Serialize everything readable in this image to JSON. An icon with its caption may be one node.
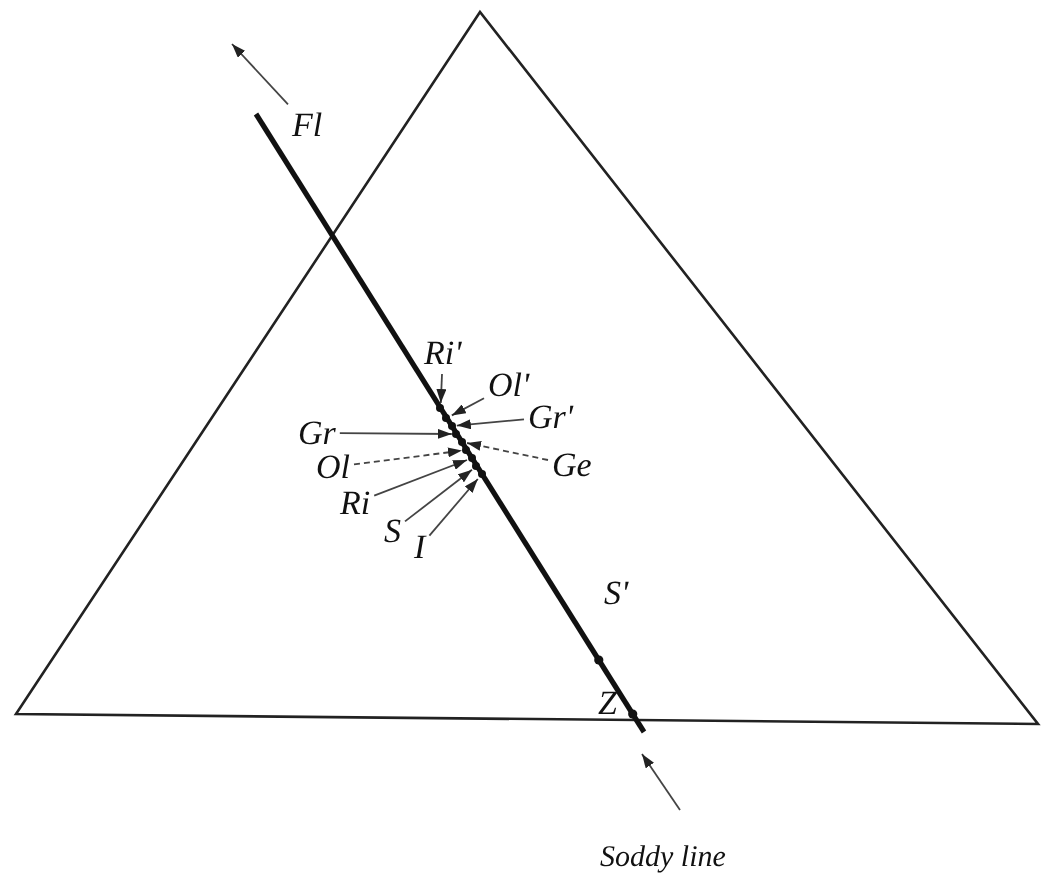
{
  "diagram": {
    "nodes": [
      {
        "text": [
          "Fl"
        ]
      },
      {
        "text": [
          "Ri'"
        ]
      },
      {
        "text": [
          "Ol'"
        ]
      },
      {
        "text": [
          "Gr'"
        ]
      },
      {
        "text": [
          "Ge"
        ]
      },
      {
        "text": [
          "Gr"
        ]
      },
      {
        "text": [
          "Ol"
        ]
      },
      {
        "text": [
          "Ri"
        ]
      },
      {
        "text": [
          "S"
        ]
      },
      {
        "text": [
          "I"
        ]
      },
      {
        "text": [
          "Soddy line"
        ]
      },
      {
        "text": [],
        "shape": "circle"
      },
      {
        "text": [],
        "shape": "circle"
      },
      {
        "text": [],
        "shape": "circle"
      },
      {
        "text": [],
        "shape": "circle"
      },
      {
        "text": [],
        "shape": "circle"
      },
      {
        "text": [],
        "shape": "circle"
      },
      {
        "text": [],
        "shape": "circle"
      },
      {
        "text": [],
        "shape": "circle"
      },
      {
        "text": [],
        "shape": "circle"
      }
    ],
    "edges": [
      {
        "from": 0,
        "to": null,
        "arrow": "to"
      },
      {
        "from": 1,
        "to": 11,
        "arrow": "to"
      },
      {
        "from": 2,
        "to": 12,
        "arrow": "to"
      },
      {
        "from": 3,
        "to": 13,
        "arrow": "to"
      },
      {
        "from": 4,
        "to": 15,
        "arrow": "to",
        "style": "dashed"
      },
      {
        "from": 5,
        "to": 14,
        "arrow": "to"
      },
      {
        "from": 6,
        "to": 16,
        "arrow": "to",
        "style": "dashed"
      },
      {
        "from": 7,
        "to": 17,
        "arrow": "to"
      },
      {
        "from": 8,
        "to": 18,
        "arrow": "to"
      },
      {
        "from": 9,
        "to": 19,
        "arrow": "to"
      },
      {
        "from": 10,
        "to": null,
        "arrow": "to"
      }
    ],
    "labels": [
      "S'",
      "Z"
    ]
  }
}
